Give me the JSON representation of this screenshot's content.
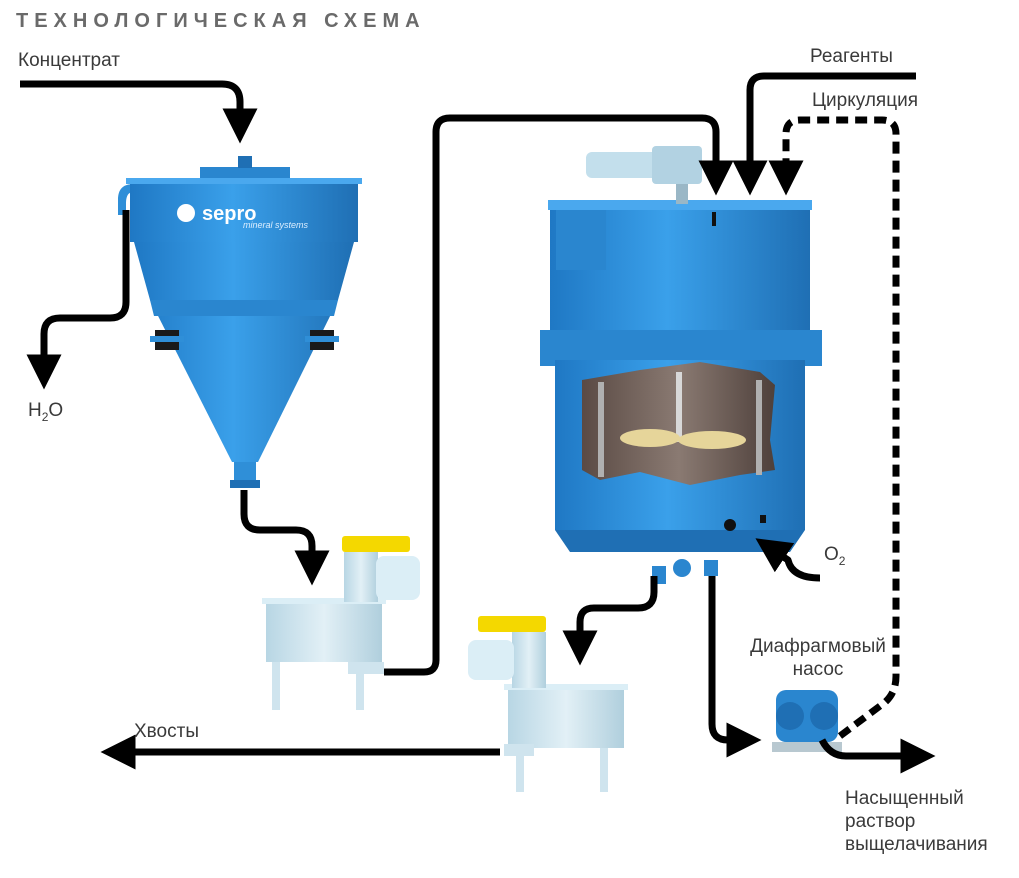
{
  "title": "ТЕХНОЛОГИЧЕСКАЯ СХЕМА",
  "labels": {
    "concentrate": "Концентрат",
    "reagents": "Реагенты",
    "circulation": "Циркуляция",
    "water_h": "H",
    "water_sub": "2",
    "water_o": "O",
    "oxygen_o": "O",
    "oxygen_sub": "2",
    "tailings": "Хвосты",
    "pump_line1": "Диафрагмовый",
    "pump_line2": "насос",
    "solution_line1": "Насыщенный",
    "solution_line2": "раствор",
    "solution_line3": "выщелачивания"
  },
  "logo": {
    "brand": "sepro",
    "tagline": "mineral systems"
  },
  "colors": {
    "equipment": "#2f8fd8",
    "equipment_dark": "#1f6fb4",
    "tank_light": "#cfe4ee",
    "motor_cap": "#f4d800",
    "flow_line": "#000000",
    "impeller": "#e6d59a"
  }
}
